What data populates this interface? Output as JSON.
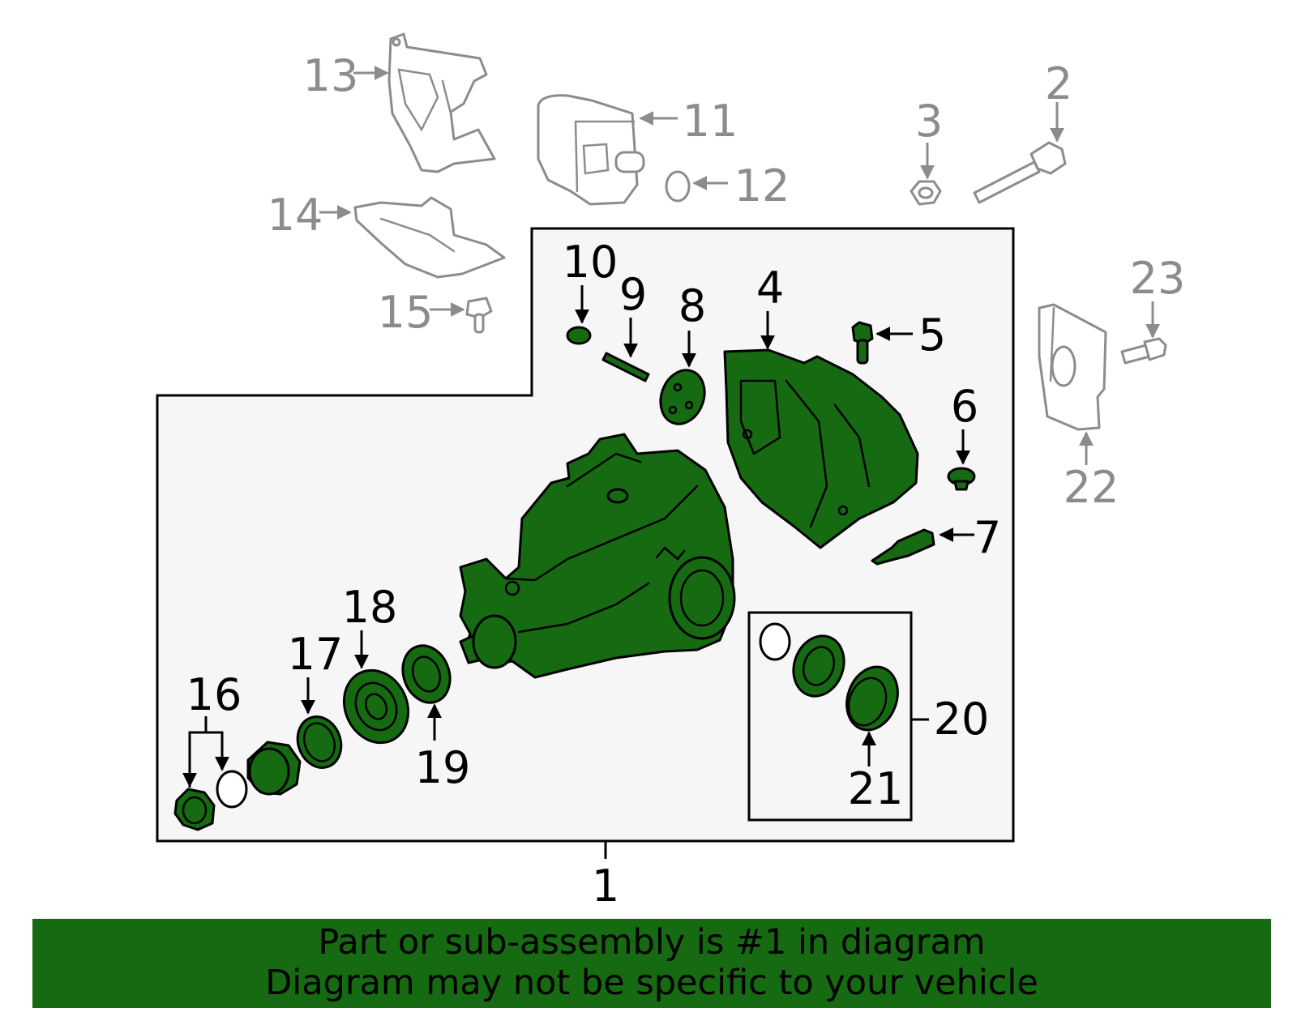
{
  "colors": {
    "highlight": "#166a12",
    "context": "#8c8c8c",
    "panel": "#f6f6f6"
  },
  "callouts": {
    "c1": "1",
    "c2": "2",
    "c3": "3",
    "c4": "4",
    "c5": "5",
    "c6": "6",
    "c7": "7",
    "c8": "8",
    "c9": "9",
    "c10": "10",
    "c11": "11",
    "c12": "12",
    "c13": "13",
    "c14": "14",
    "c15": "15",
    "c16": "16",
    "c17": "17",
    "c18": "18",
    "c19": "19",
    "c20": "20",
    "c21": "21",
    "c22": "22",
    "c23": "23"
  },
  "banner": {
    "line1": "Part or sub-assembly is #1 in diagram",
    "line2": "Diagram may not be specific to your vehicle"
  }
}
